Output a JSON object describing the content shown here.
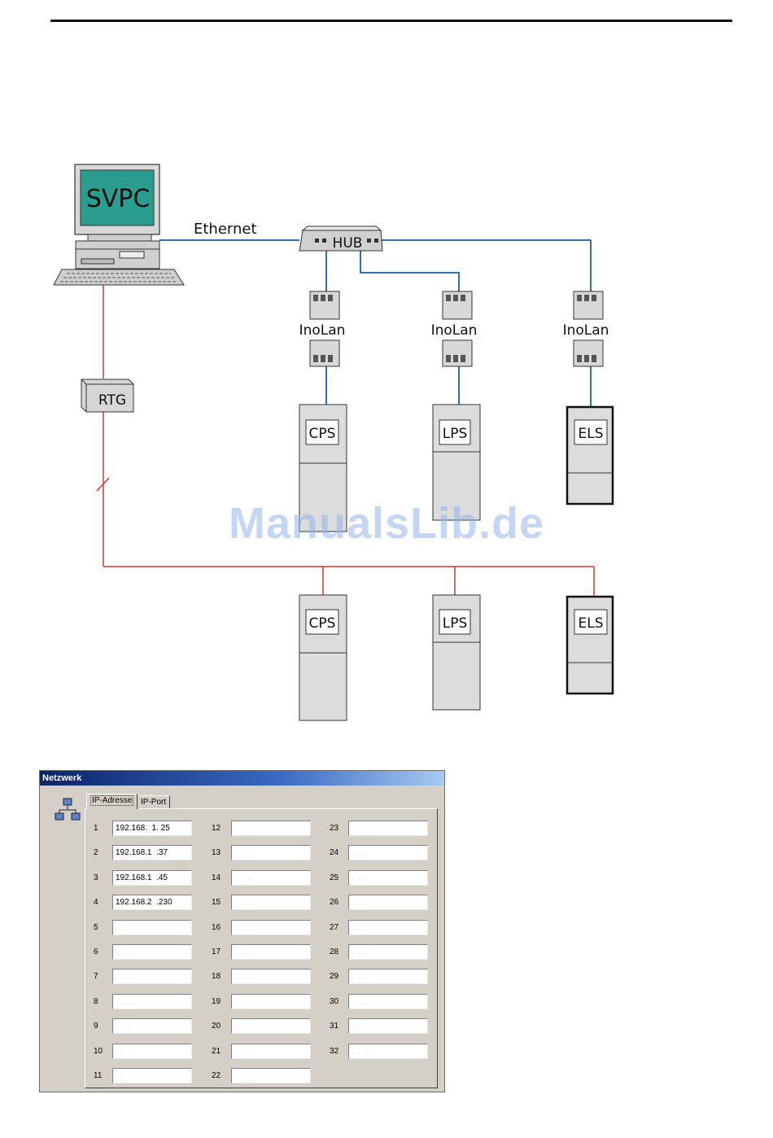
{
  "diagram": {
    "pc_label": "SVPC",
    "ethernet_label": "Ethernet",
    "hub_label": "HUB",
    "rtg_label": "RTG",
    "inolan_labels": [
      "InoLan",
      "InoLan",
      "InoLan"
    ],
    "upper_devices": [
      "CPS",
      "LPS",
      "ELS"
    ],
    "lower_devices": [
      "CPS",
      "LPS",
      "ELS"
    ],
    "colors": {
      "ethernet": "#2f6fb5",
      "bus": "#d9372a"
    }
  },
  "watermark": "ManualsLib.de",
  "dialog": {
    "title": "Netzwerk",
    "icon": "network-icon",
    "tabs": [
      {
        "label": "IP-Adresse",
        "active": true
      },
      {
        "label": "IP-Port",
        "active": false
      }
    ],
    "empty_placeholder": ". . .",
    "rows": [
      {
        "num": "1",
        "ip": "192.168.  1. 25"
      },
      {
        "num": "2",
        "ip": "192.168.1  .37"
      },
      {
        "num": "3",
        "ip": "192.168.1  .45"
      },
      {
        "num": "4",
        "ip": "192.168.2  .230"
      },
      {
        "num": "5",
        "ip": ""
      },
      {
        "num": "6",
        "ip": ""
      },
      {
        "num": "7",
        "ip": ""
      },
      {
        "num": "8",
        "ip": ""
      },
      {
        "num": "9",
        "ip": ""
      },
      {
        "num": "10",
        "ip": ""
      },
      {
        "num": "11",
        "ip": ""
      },
      {
        "num": "12",
        "ip": ""
      },
      {
        "num": "13",
        "ip": ""
      },
      {
        "num": "14",
        "ip": ""
      },
      {
        "num": "15",
        "ip": ""
      },
      {
        "num": "16",
        "ip": ""
      },
      {
        "num": "17",
        "ip": ""
      },
      {
        "num": "18",
        "ip": ""
      },
      {
        "num": "19",
        "ip": ""
      },
      {
        "num": "20",
        "ip": ""
      },
      {
        "num": "21",
        "ip": ""
      },
      {
        "num": "22",
        "ip": ""
      },
      {
        "num": "23",
        "ip": ""
      },
      {
        "num": "24",
        "ip": ""
      },
      {
        "num": "25",
        "ip": ""
      },
      {
        "num": "26",
        "ip": ""
      },
      {
        "num": "27",
        "ip": ""
      },
      {
        "num": "28",
        "ip": ""
      },
      {
        "num": "29",
        "ip": ""
      },
      {
        "num": "30",
        "ip": ""
      },
      {
        "num": "31",
        "ip": ""
      },
      {
        "num": "32",
        "ip": ""
      }
    ]
  }
}
